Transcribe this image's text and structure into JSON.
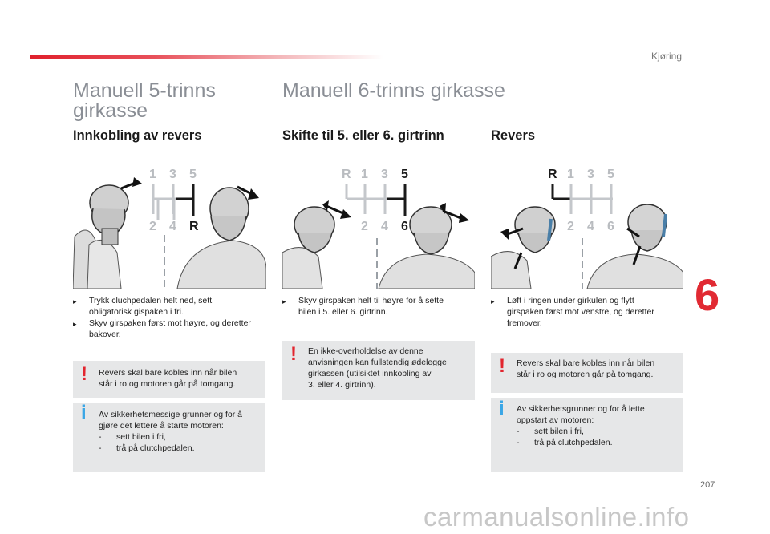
{
  "header": {
    "chapter": "Kjøring"
  },
  "chapter_tab": "6",
  "page_number": "207",
  "watermark": "carmanualsonline.info",
  "col1": {
    "title_line1": "Manuell 5-trinns",
    "title_line2": "girkasse",
    "subtitle": "Innkobling av revers",
    "gears_top": [
      "1",
      "3",
      "5"
    ],
    "gears_bottom": [
      "2",
      "4",
      "R"
    ],
    "bullets": [
      {
        "symbol": "",
        "lines": [
          "Trykk cluchpedalen helt ned, sett",
          "obligatorisk gispaken i fri."
        ]
      },
      {
        "symbol": "",
        "lines": [
          "Skyv girspaken først mot høyre, og deretter",
          "bakover."
        ]
      }
    ],
    "warning": {
      "icon": "!",
      "lines": [
        "Revers skal bare kobles inn når bilen",
        "står i ro og motoren går på tomgang."
      ]
    },
    "info": {
      "icon": "i",
      "lines": [
        "Av sikkerhetsmessige grunner og for å",
        "gjøre det lettere å starte motoren:"
      ],
      "items": [
        {
          "dash": "-",
          "text": "sett bilen i fri,"
        },
        {
          "dash": "-",
          "text": "trå på clutchpedalen."
        }
      ]
    }
  },
  "main_title": "Manuell 6-trinns girkasse",
  "col2": {
    "subtitle": "Skifte til 5. eller 6. girtrinn",
    "gears_top": [
      "R",
      "1",
      "3",
      "5"
    ],
    "gears_bottom": [
      "2",
      "4",
      "6"
    ],
    "bullets": [
      {
        "symbol": "",
        "lines": [
          "Skyv girspaken helt til høyre for å sette",
          "bilen i 5. eller 6. girtrinn."
        ]
      }
    ],
    "warning": {
      "icon": "!",
      "lines": [
        "En ikke-overholdelse av denne",
        "anvisningen kan fullstendig ødelegge",
        "girkassen (utilsiktet innkobling av",
        "3. eller 4. girtrinn)."
      ]
    }
  },
  "col3": {
    "subtitle": "Revers",
    "gears_top": [
      "R",
      "1",
      "3",
      "5"
    ],
    "gears_bottom": [
      "2",
      "4",
      "6"
    ],
    "bullets": [
      {
        "symbol": "",
        "lines": [
          "Løft i ringen under girkulen og flytt",
          "girspaken først mot venstre, og deretter",
          "fremover."
        ]
      }
    ],
    "warning": {
      "icon": "!",
      "lines": [
        "Revers skal bare kobles inn når bilen",
        "står i ro og motoren går på tomgang."
      ]
    },
    "info": {
      "icon": "i",
      "lines": [
        "Av sikkerhetsgrunner og for å lette",
        "oppstart av motoren:"
      ],
      "items": [
        {
          "dash": "-",
          "text": "sett bilen i fri,"
        },
        {
          "dash": "-",
          "text": "trå på clutchpedalen."
        }
      ]
    }
  }
}
